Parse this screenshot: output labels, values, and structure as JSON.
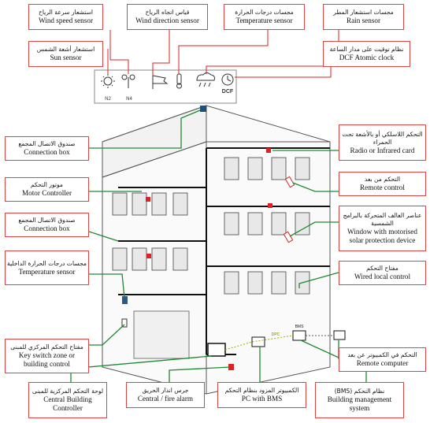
{
  "labels": {
    "wind_speed": {
      "ar": "استشعار سرعة الرياح",
      "en": "Wind speed sensor"
    },
    "wind_direction": {
      "ar": "قياس اتجاه الرياح",
      "en": "Wind direction sensor"
    },
    "temperature_out": {
      "ar": "مجسات درجات الحرارة",
      "en": "Temperature sensor"
    },
    "rain": {
      "ar": "مجسات استشعار المطر",
      "en": "Rain sensor"
    },
    "sun": {
      "ar": "استشعار أشعة الشمس",
      "en": "Sun sensor"
    },
    "dcf": {
      "ar": "نظام توقيت على مدار الساعة",
      "en": "DCF Atomic clock"
    },
    "connection_box_top": {
      "ar": "صندوق الاتصال المجمع",
      "en": "Connection box"
    },
    "radio": {
      "ar": "التحكم اللاسلكي أو بالأشعة تحت الحمراء",
      "en": "Radio or Infrared card"
    },
    "motor": {
      "ar": "موتور التحكم",
      "en": "Motor Controller"
    },
    "remote_control": {
      "ar": "التحكم من بعد",
      "en": "Remote control"
    },
    "connection_box_mid": {
      "ar": "صندوق الاتصال المجمع",
      "en": "Connection box"
    },
    "window": {
      "ar": "عناصر الغالف المتحركة بالبرامج الشمسية",
      "en": "Window with motorised solar protection device"
    },
    "temperature_in": {
      "ar": "مجسات درجات الحرارة الداخلية",
      "en": "Temperature sensor"
    },
    "wired": {
      "ar": "مفتاح التحكم",
      "en": "Wired local control"
    },
    "key_switch": {
      "ar": "مفتاح التحكم المركزي للمبنى",
      "en": "Key switch zone or building control"
    },
    "remote_computer": {
      "ar": "التحكم في الكمبيوتر عن بعد",
      "en": "Remote computer"
    },
    "central_building": {
      "ar": "لوحة التحكم المركزية للمبنى",
      "en": "Central Building Controller"
    },
    "fire_alarm": {
      "ar": "جرس انذار الحريق",
      "en": "Central / fire alarm"
    },
    "pc_bms": {
      "ar": "الكمبيوتر المزود بنظام التحكم",
      "en": "PC with BMS"
    },
    "bms": {
      "ar": "نظام التحكم (BMS)",
      "en": "Building management system"
    }
  },
  "icon_texts": {
    "n2": "N2",
    "n4": "N4",
    "dcf": "DCF",
    "bms": "BMS",
    "dpc": "DPC"
  },
  "colors": {
    "label_border": "#d44",
    "wire_green": "#1c8a2e",
    "wire_black": "#111111",
    "accent_red": "#d22"
  }
}
